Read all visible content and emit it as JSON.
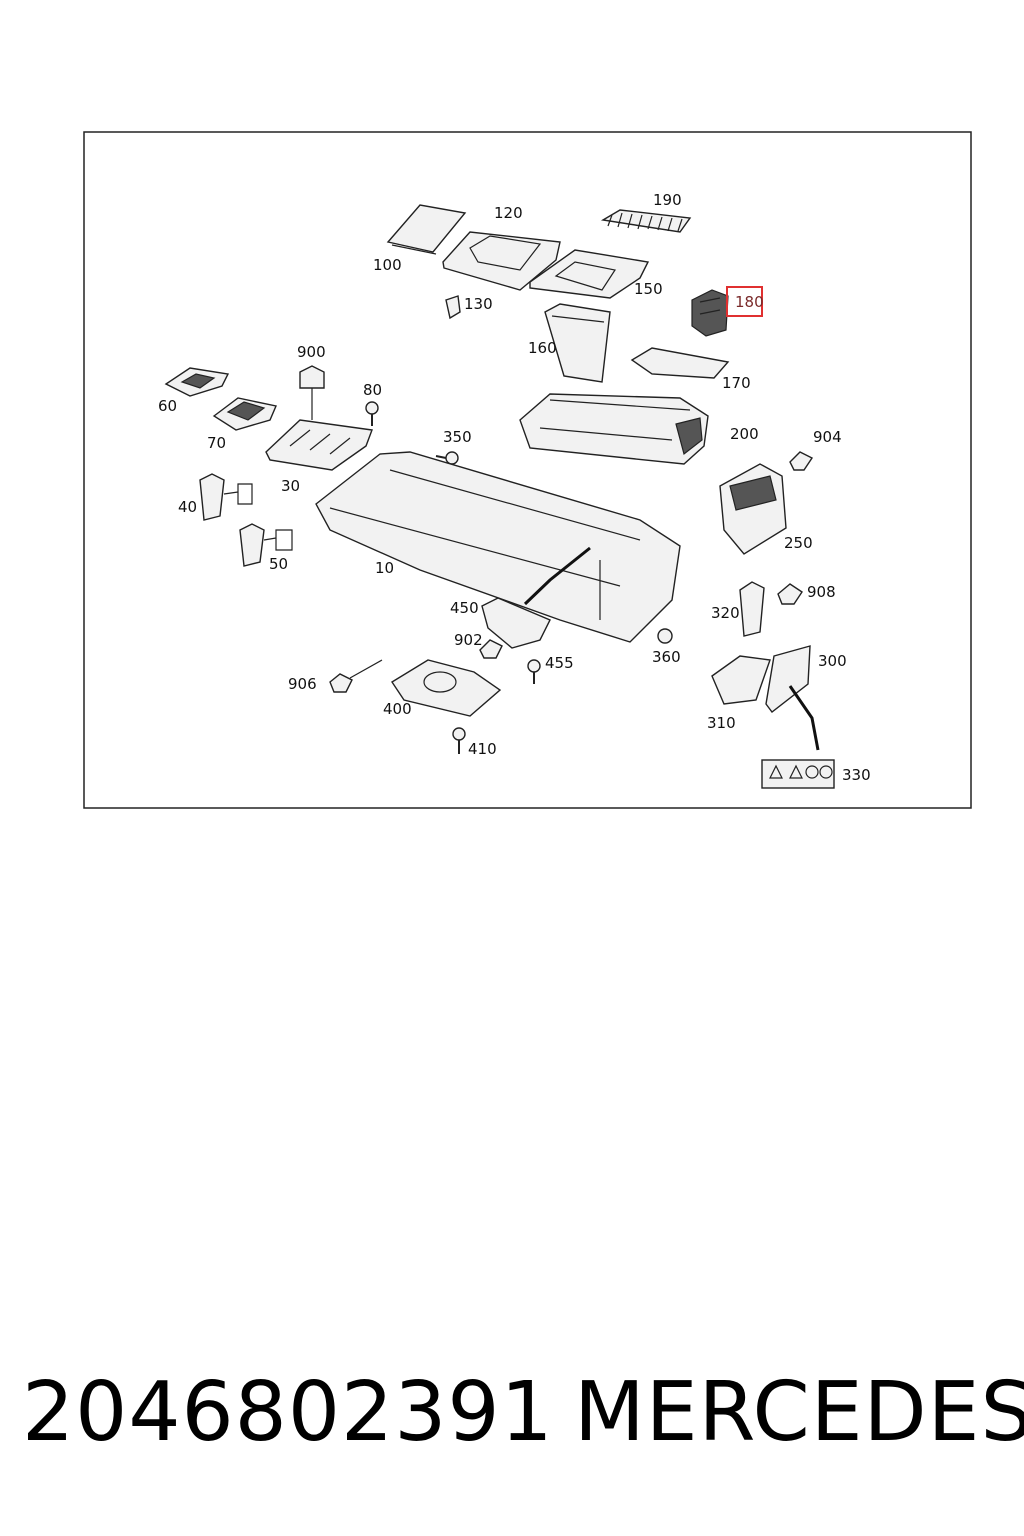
{
  "callouts": {
    "c100": "100",
    "c120": "120",
    "c190": "190",
    "c130": "130",
    "c150": "150",
    "c180": "180",
    "c160": "160",
    "c170": "170",
    "c900": "900",
    "c80": "80",
    "c60": "60",
    "c70": "70",
    "c350": "350",
    "c200": "200",
    "c904": "904",
    "c30": "30",
    "c40": "40",
    "c250": "250",
    "c50": "50",
    "c10": "10",
    "c908": "908",
    "c320": "320",
    "c450": "450",
    "c902": "902",
    "c360": "360",
    "c455": "455",
    "c300": "300",
    "c906": "906",
    "c400": "400",
    "c310": "310",
    "c410": "410",
    "c330": "330"
  },
  "highlighted_callout": "180",
  "colors": {
    "highlight_box": "#e03030",
    "frame": "#222222"
  },
  "footer": {
    "part_number": "2046802391",
    "brand": "MERCEDES"
  }
}
